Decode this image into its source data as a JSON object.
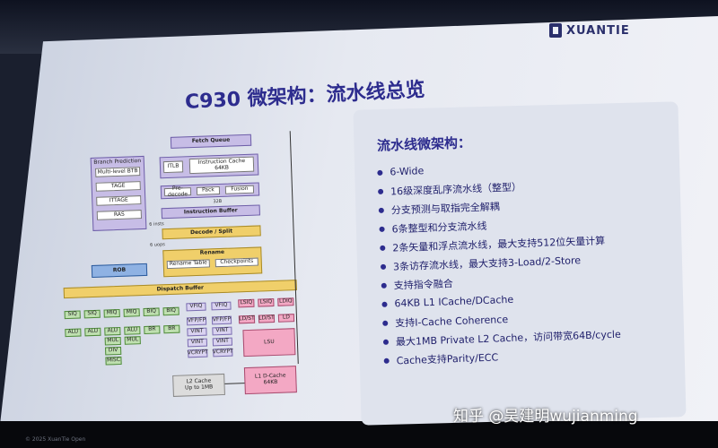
{
  "slide": {
    "title": "C930 微架构：流水线总览",
    "logo_text": "XUANTIE",
    "panel_title": "流水线微架构：",
    "bullets": [
      "6-Wide",
      "16级深度乱序流水线（整型）",
      "分支预测与取指完全解耦",
      "6条整型和分支流水线",
      "2条矢量和浮点流水线，最大支持512位矢量计算",
      "3条访存流水线，最大支持3-Load/2-Store",
      "支持指令融合",
      "64KB L1 ICache/DCache",
      "支持I-Cache Coherence",
      "最大1MB Private L2 Cache，访问带宽64B/cycle",
      "Cache支持Parity/ECC"
    ],
    "footer_note": "© 2025 XuanTie Open",
    "colors": {
      "accent": "#2d2c8e",
      "panel": "#dfe3ed"
    }
  },
  "diagram": {
    "fetch_queue": "Fetch Queue",
    "branch_prediction": "Branch Prediction",
    "bp_items": [
      "Multi-level BTB",
      "TAGE",
      "ITTAGE",
      "RAS"
    ],
    "itlb": "ITLB",
    "icache": "Instruction Cache",
    "icache_size": "64KB",
    "pre_decode": "Pre-decode",
    "pack": "Pack",
    "fusion": "Fusion",
    "width_32b": "32B",
    "instruction_buffer": "Instruction Buffer",
    "six_insts": "6 insts",
    "decode_split": "Decode / Split",
    "six_uops": "6 uops",
    "rob": "ROB",
    "rename": "Rename",
    "rename_table": "Rename Table",
    "checkpoints": "Checkpoints",
    "dispatch_buffer": "Dispatch Buffer",
    "int_queues": [
      "SIQ",
      "SIQ",
      "MIQ",
      "MIQ",
      "BIQ",
      "BIQ"
    ],
    "int_units": [
      "ALU",
      "ALU",
      "ALU",
      "ALU",
      "BR",
      "BR"
    ],
    "mul_units": [
      "MUL",
      "MUL"
    ],
    "div_units": [
      "DIV",
      "MISC"
    ],
    "vec_queues": [
      "VFIQ",
      "VFIQ"
    ],
    "vec_units_1": [
      "VFP/FP",
      "VFP/FP"
    ],
    "vec_units_2": [
      "VINT",
      "VINT"
    ],
    "vec_units_3": [
      "VINT",
      "VINT"
    ],
    "vec_units_4": [
      "VCRYPT",
      "VCRYPT"
    ],
    "lsq": [
      "LSIQ",
      "LSIQ",
      "LDIQ"
    ],
    "ldst": [
      "LD/ST",
      "LD/ST",
      "LD"
    ],
    "lsu": "LSU",
    "l2": "L2 Cache",
    "l2_size": "Up to 1MB",
    "l1d": "L1 D-Cache",
    "l1d_size": "64KB"
  },
  "watermark": "知乎 @吴建明wujianming"
}
